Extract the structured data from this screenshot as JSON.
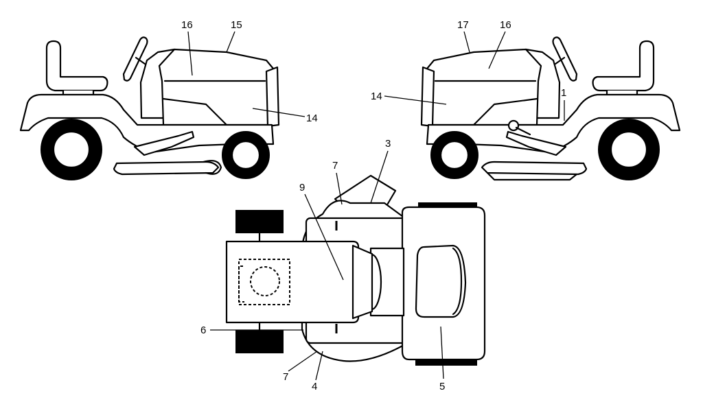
{
  "callouts": {
    "c_left_16": "16",
    "c_left_15": "15",
    "c_left_14": "14",
    "c_right_17": "17",
    "c_right_16": "16",
    "c_right_14": "14",
    "c_right_1": "1",
    "c_top_7a": "7",
    "c_top_3": "3",
    "c_top_9": "9",
    "c_top_6": "6",
    "c_top_7b": "7",
    "c_top_4": "4",
    "c_top_5": "5"
  }
}
